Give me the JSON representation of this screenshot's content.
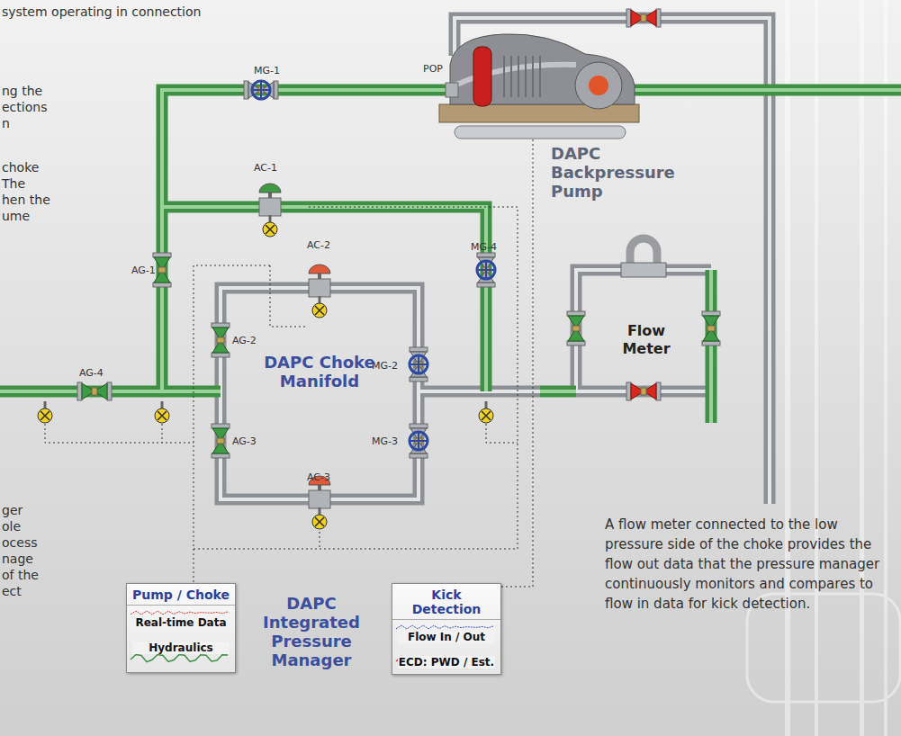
{
  "diagram": {
    "nodes": [
      {
        "text": [
          "Pump / Choke",
          "Real-time Data",
          "Hydraulics"
        ]
      },
      {
        "text": [
          "Kick Detection",
          "Flow In / Out",
          "ECD: PWD / Est."
        ]
      }
    ],
    "labels": [
      "system operating in connection",
      "ng the",
      "ections",
      "n",
      "choke",
      "The",
      "hen the",
      "ume",
      "ger",
      "ole",
      "ocess",
      "nage",
      "of the",
      "ect",
      "MG-1",
      "POP",
      "AC-1",
      "AC-2",
      "MG-4",
      "AG-1",
      "AG-2",
      "MG-2",
      "AG-4",
      "AG-3",
      "MG-3",
      "AC-3",
      "DAPC Choke Manifold",
      "DAPC Backpressure Pump",
      "Flow Meter",
      "A flow meter connected to the low pressure side of the choke provides the flow out data that the pressure manager continuously monitors and compares to flow in data for kick detection.",
      "DAPC Integrated Pressure Manager"
    ]
  }
}
